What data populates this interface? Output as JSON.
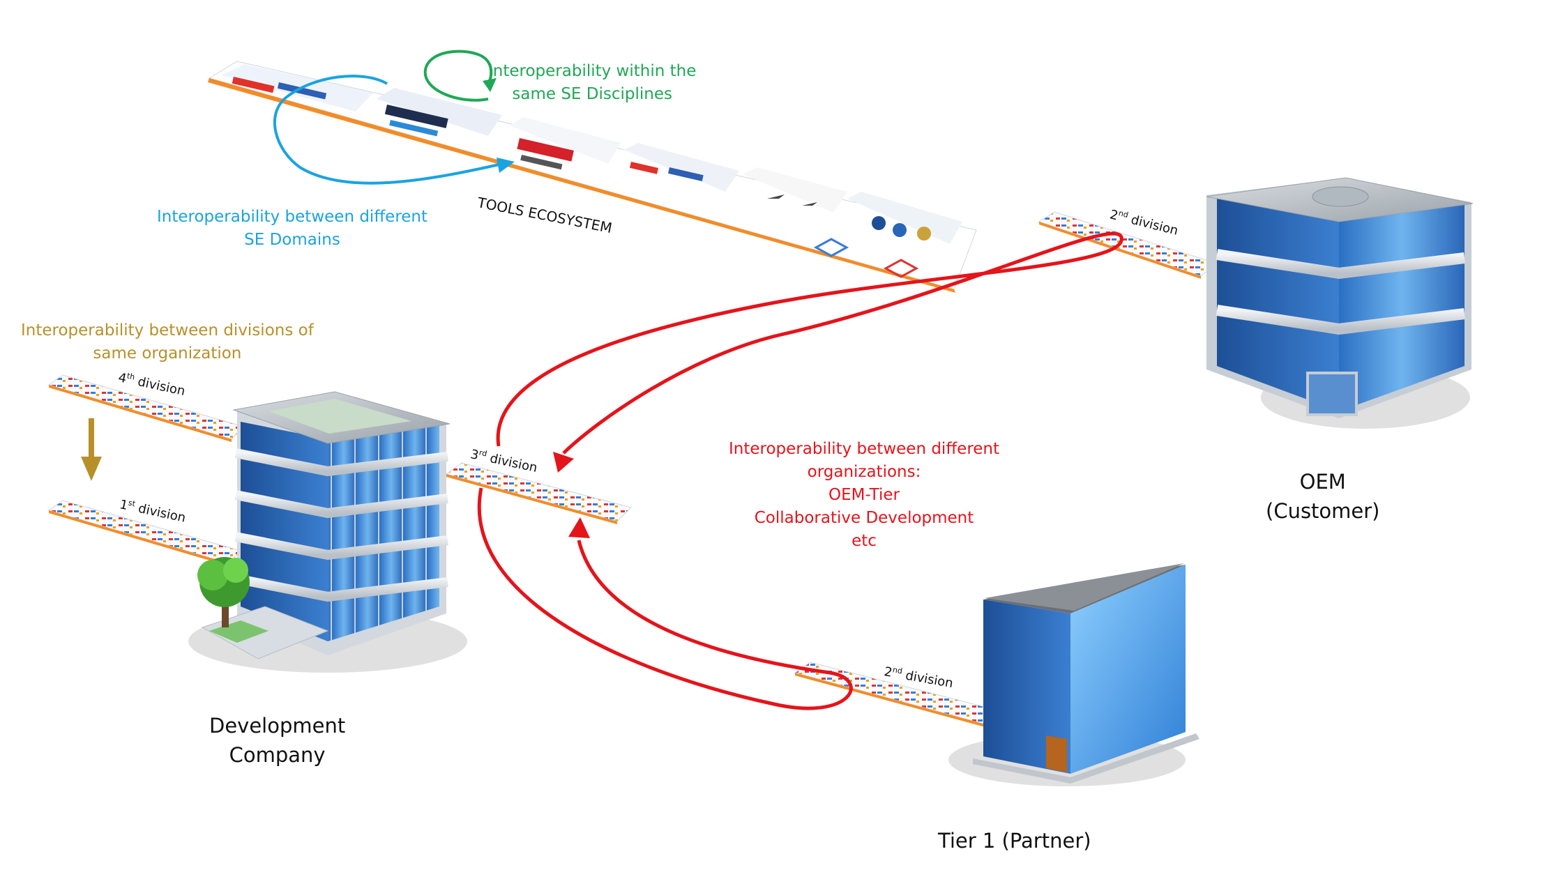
{
  "colors": {
    "green": "#1fa855",
    "blue": "#1aa3e0",
    "gold": "#b8902a",
    "red": "#e4141b"
  },
  "icons": [
    "tools-ecosystem-strip",
    "office-building-icon",
    "tree-icon"
  ],
  "annotations": {
    "within_disciplines": [
      "Interoperability within the",
      "same SE Disciplines"
    ],
    "between_domains": [
      "Interoperability between different",
      "SE Domains"
    ],
    "between_divisions": [
      "Interoperability between divisions of",
      "same organization"
    ],
    "between_orgs": [
      "Interoperability between different",
      "organizations:",
      "OEM-Tier",
      "Collaborative Development",
      "etc"
    ]
  },
  "tools_ecosystem_label": "TOOLS ECOSYSTEM",
  "buildings": {
    "oem": [
      "OEM",
      "(Customer)"
    ],
    "dev": [
      "Development",
      "Company"
    ],
    "tier": "Tier 1 (Partner)"
  },
  "divisions": {
    "fourth": {
      "num": "4",
      "sup": "th",
      "word": "division"
    },
    "first": {
      "num": "1",
      "sup": "st",
      "word": "division"
    },
    "third": {
      "num": "3",
      "sup": "rd",
      "word": "division"
    },
    "oem_second": {
      "num": "2",
      "sup": "nd",
      "word": "division"
    },
    "tier_second": {
      "num": "2",
      "sup": "nd",
      "word": "division"
    }
  }
}
